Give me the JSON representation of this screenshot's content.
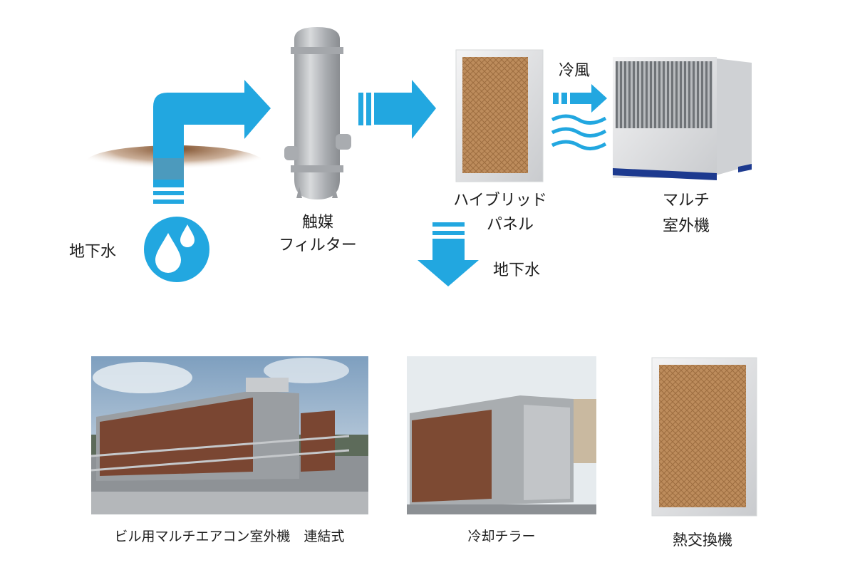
{
  "colors": {
    "flow_blue": "#22a7e0",
    "panel_brown": "#b98a5a",
    "base_navy": "#1d3a8f"
  },
  "top_flow": {
    "groundwater_source_label": "地下水",
    "filter_label_line1": "触媒",
    "filter_label_line2": "フィルター",
    "panel_label_line1": "ハイブリッド",
    "panel_label_line2": "パネル",
    "cool_air_label": "冷風",
    "unit_label_line1": "マルチ",
    "unit_label_line2": "室外機",
    "groundwater_drain_label": "地下水"
  },
  "examples": [
    {
      "caption": "ビル用マルチエアコン室外機　連結式"
    },
    {
      "caption": "冷却チラー"
    },
    {
      "caption": "熱交換機"
    }
  ]
}
